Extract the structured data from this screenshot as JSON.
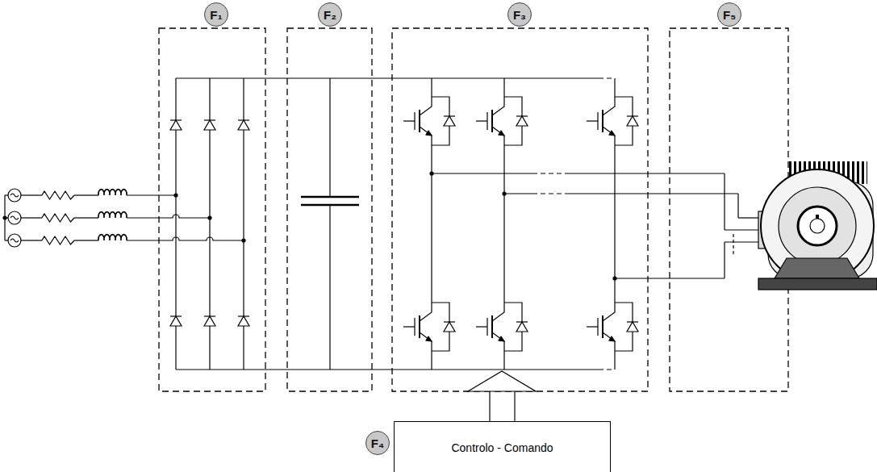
{
  "diagram": {
    "nodes": [
      {
        "text": [
          "F₁"
        ]
      },
      {
        "text": [
          "F₂"
        ]
      },
      {
        "text": [
          "F₃"
        ]
      },
      {
        "text": [
          "F₅"
        ]
      },
      {
        "text": [
          "F₄"
        ]
      },
      {
        "text": [
          "Controlo - Comando"
        ]
      }
    ]
  }
}
